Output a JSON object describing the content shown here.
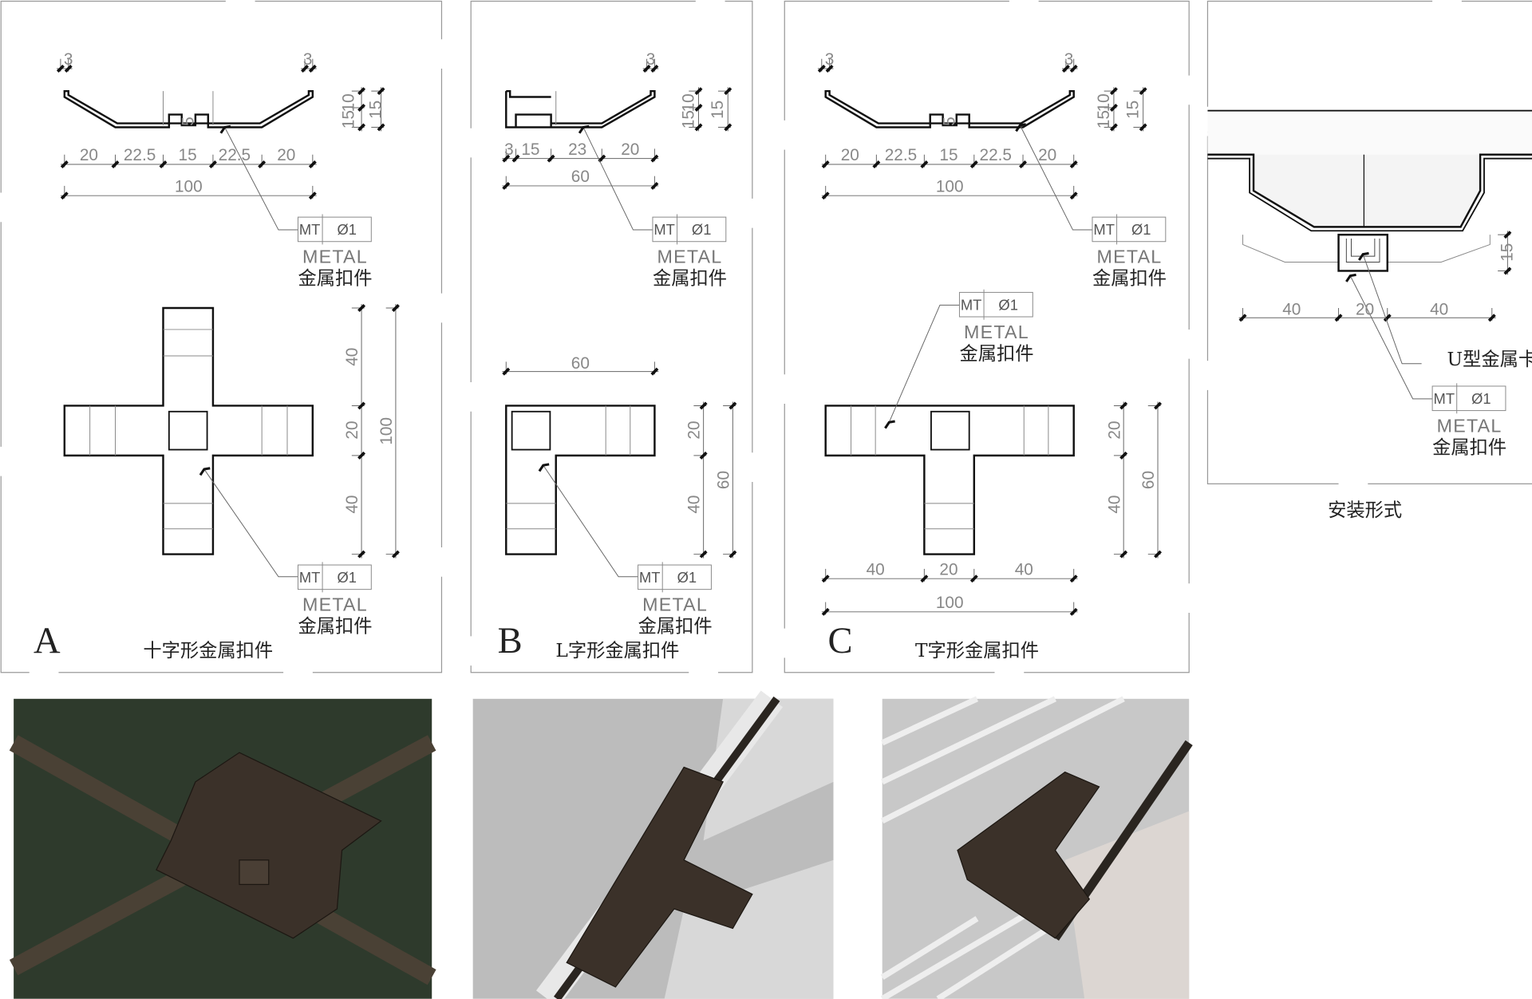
{
  "panels": {
    "A": {
      "letter": "A",
      "title": "十字形金属扣件",
      "lip": [
        "3",
        "3"
      ],
      "section_h": [
        "20",
        "22.5",
        "15",
        "22.5",
        "20"
      ],
      "section_total": "100",
      "notch": "5",
      "section_v": [
        "10",
        "15",
        "15"
      ],
      "plan_v": [
        "40",
        "20",
        "40"
      ],
      "plan_total": "100"
    },
    "B": {
      "letter": "B",
      "title": "L字形金属扣件",
      "lip": [
        "3"
      ],
      "section_h": [
        "3",
        "15",
        "23",
        "20"
      ],
      "section_total": "60",
      "notch": "",
      "section_v": [
        "10",
        "15",
        "15"
      ],
      "plan_top": "60",
      "plan_v": [
        "20",
        "40"
      ],
      "plan_total": "60"
    },
    "C": {
      "letter": "C",
      "title": "T字形金属扣件",
      "lip": [
        "3",
        "3"
      ],
      "section_h": [
        "20",
        "22.5",
        "15",
        "22.5",
        "20"
      ],
      "section_total": "100",
      "notch": "5",
      "section_v": [
        "10",
        "15",
        "15"
      ],
      "plan_v": [
        "20",
        "40"
      ],
      "plan_total": "60",
      "plan_h": [
        "40",
        "20",
        "40"
      ],
      "plan_h_total": "100"
    },
    "D": {
      "title": "安装形式",
      "dims_h": [
        "40",
        "20",
        "40"
      ],
      "dim_v": "15",
      "u_label": "U型金属卡件"
    }
  },
  "tag": {
    "code": "MT",
    "num": "Ø1",
    "material": "METAL",
    "name": "金属扣件"
  },
  "colors": {
    "render_dark": "#2e3a2c",
    "bracket": "#3b3129",
    "render_gray": "#b8b8b8"
  }
}
